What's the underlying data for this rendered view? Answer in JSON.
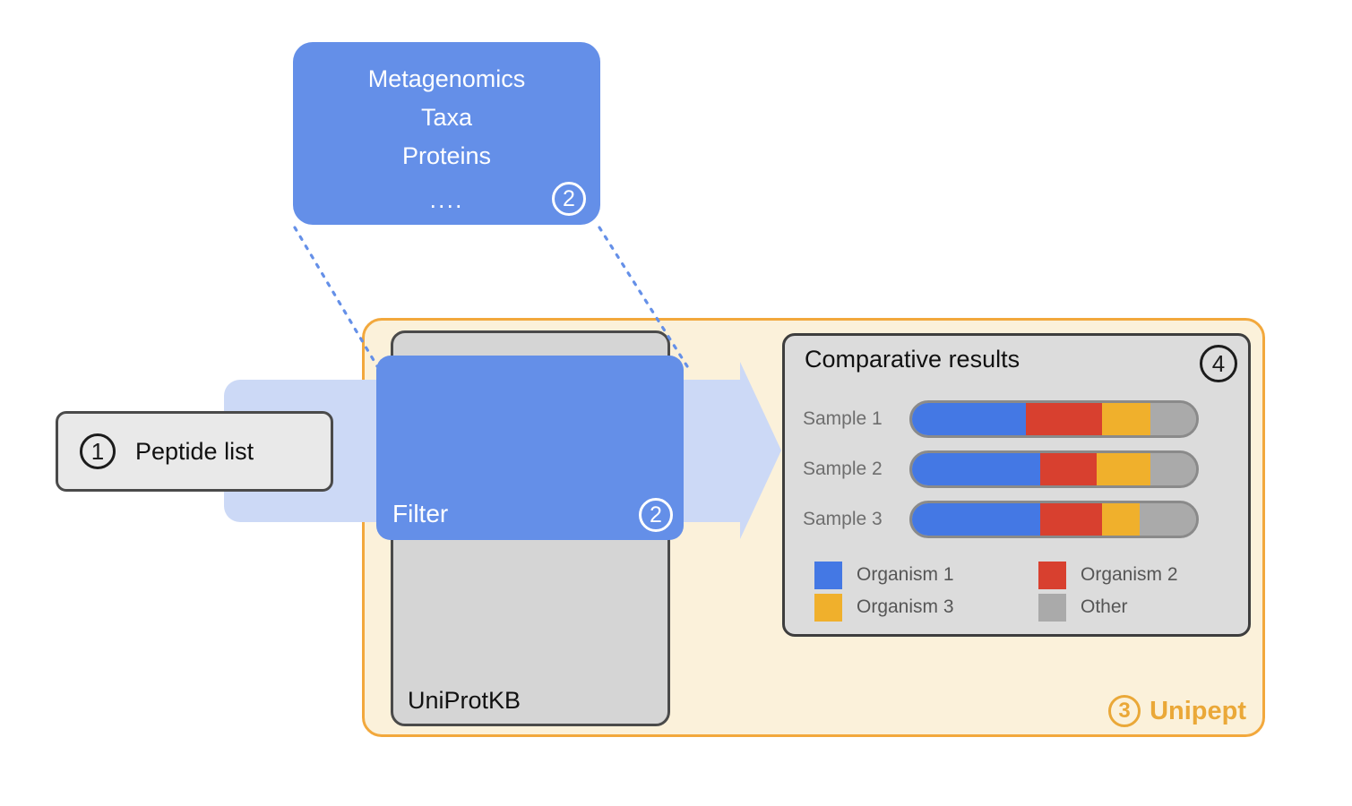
{
  "diagram": {
    "source_box": {
      "lines": [
        "Metagenomics",
        "Taxa",
        "Proteins",
        "...."
      ],
      "badge": "2",
      "color": "#648fe8"
    },
    "peptide_box": {
      "badge": "1",
      "label": "Peptide list"
    },
    "filter_box": {
      "label": "Filter",
      "badge": "2",
      "color": "#648fe8"
    },
    "uniprot_box": {
      "label": "UniProtKB"
    },
    "unipept": {
      "badge": "3",
      "label": "Unipept",
      "accent_color": "#eaa838",
      "fill_color": "#fbf1da",
      "border_color": "#f2a83c"
    },
    "arrow_color": "#ccd9f6",
    "connector_color": "#6590e8",
    "results_box": {
      "title": "Comparative results",
      "badge": "4",
      "segment_colors": [
        "#4478e4",
        "#d8402f",
        "#f0b02c",
        "#aaaaaa"
      ],
      "samples": [
        {
          "label": "Sample 1"
        },
        {
          "label": "Sample 2"
        },
        {
          "label": "Sample 3"
        }
      ],
      "legend": [
        {
          "label": "Organism 1",
          "color": "#4478e4"
        },
        {
          "label": "Organism 2",
          "color": "#d8402f"
        },
        {
          "label": "Organism 3",
          "color": "#f0b02c"
        },
        {
          "label": "Other",
          "color": "#aaaaaa"
        }
      ]
    }
  },
  "chart_data": {
    "type": "bar",
    "stacked": true,
    "orientation": "horizontal",
    "title": "Comparative results",
    "categories": [
      "Sample 1",
      "Sample 2",
      "Sample 3"
    ],
    "series": [
      {
        "name": "Organism 1",
        "color": "#4478e4",
        "values": [
          40,
          45,
          45
        ]
      },
      {
        "name": "Organism 2",
        "color": "#d8402f",
        "values": [
          27,
          20,
          22
        ]
      },
      {
        "name": "Organism 3",
        "color": "#f0b02c",
        "values": [
          17,
          19,
          13
        ]
      },
      {
        "name": "Other",
        "color": "#aaaaaa",
        "values": [
          16,
          16,
          20
        ]
      }
    ],
    "value_unit": "percent of bar length (estimated)",
    "xlim": [
      0,
      100
    ],
    "legend_position": "bottom",
    "grid": false
  }
}
